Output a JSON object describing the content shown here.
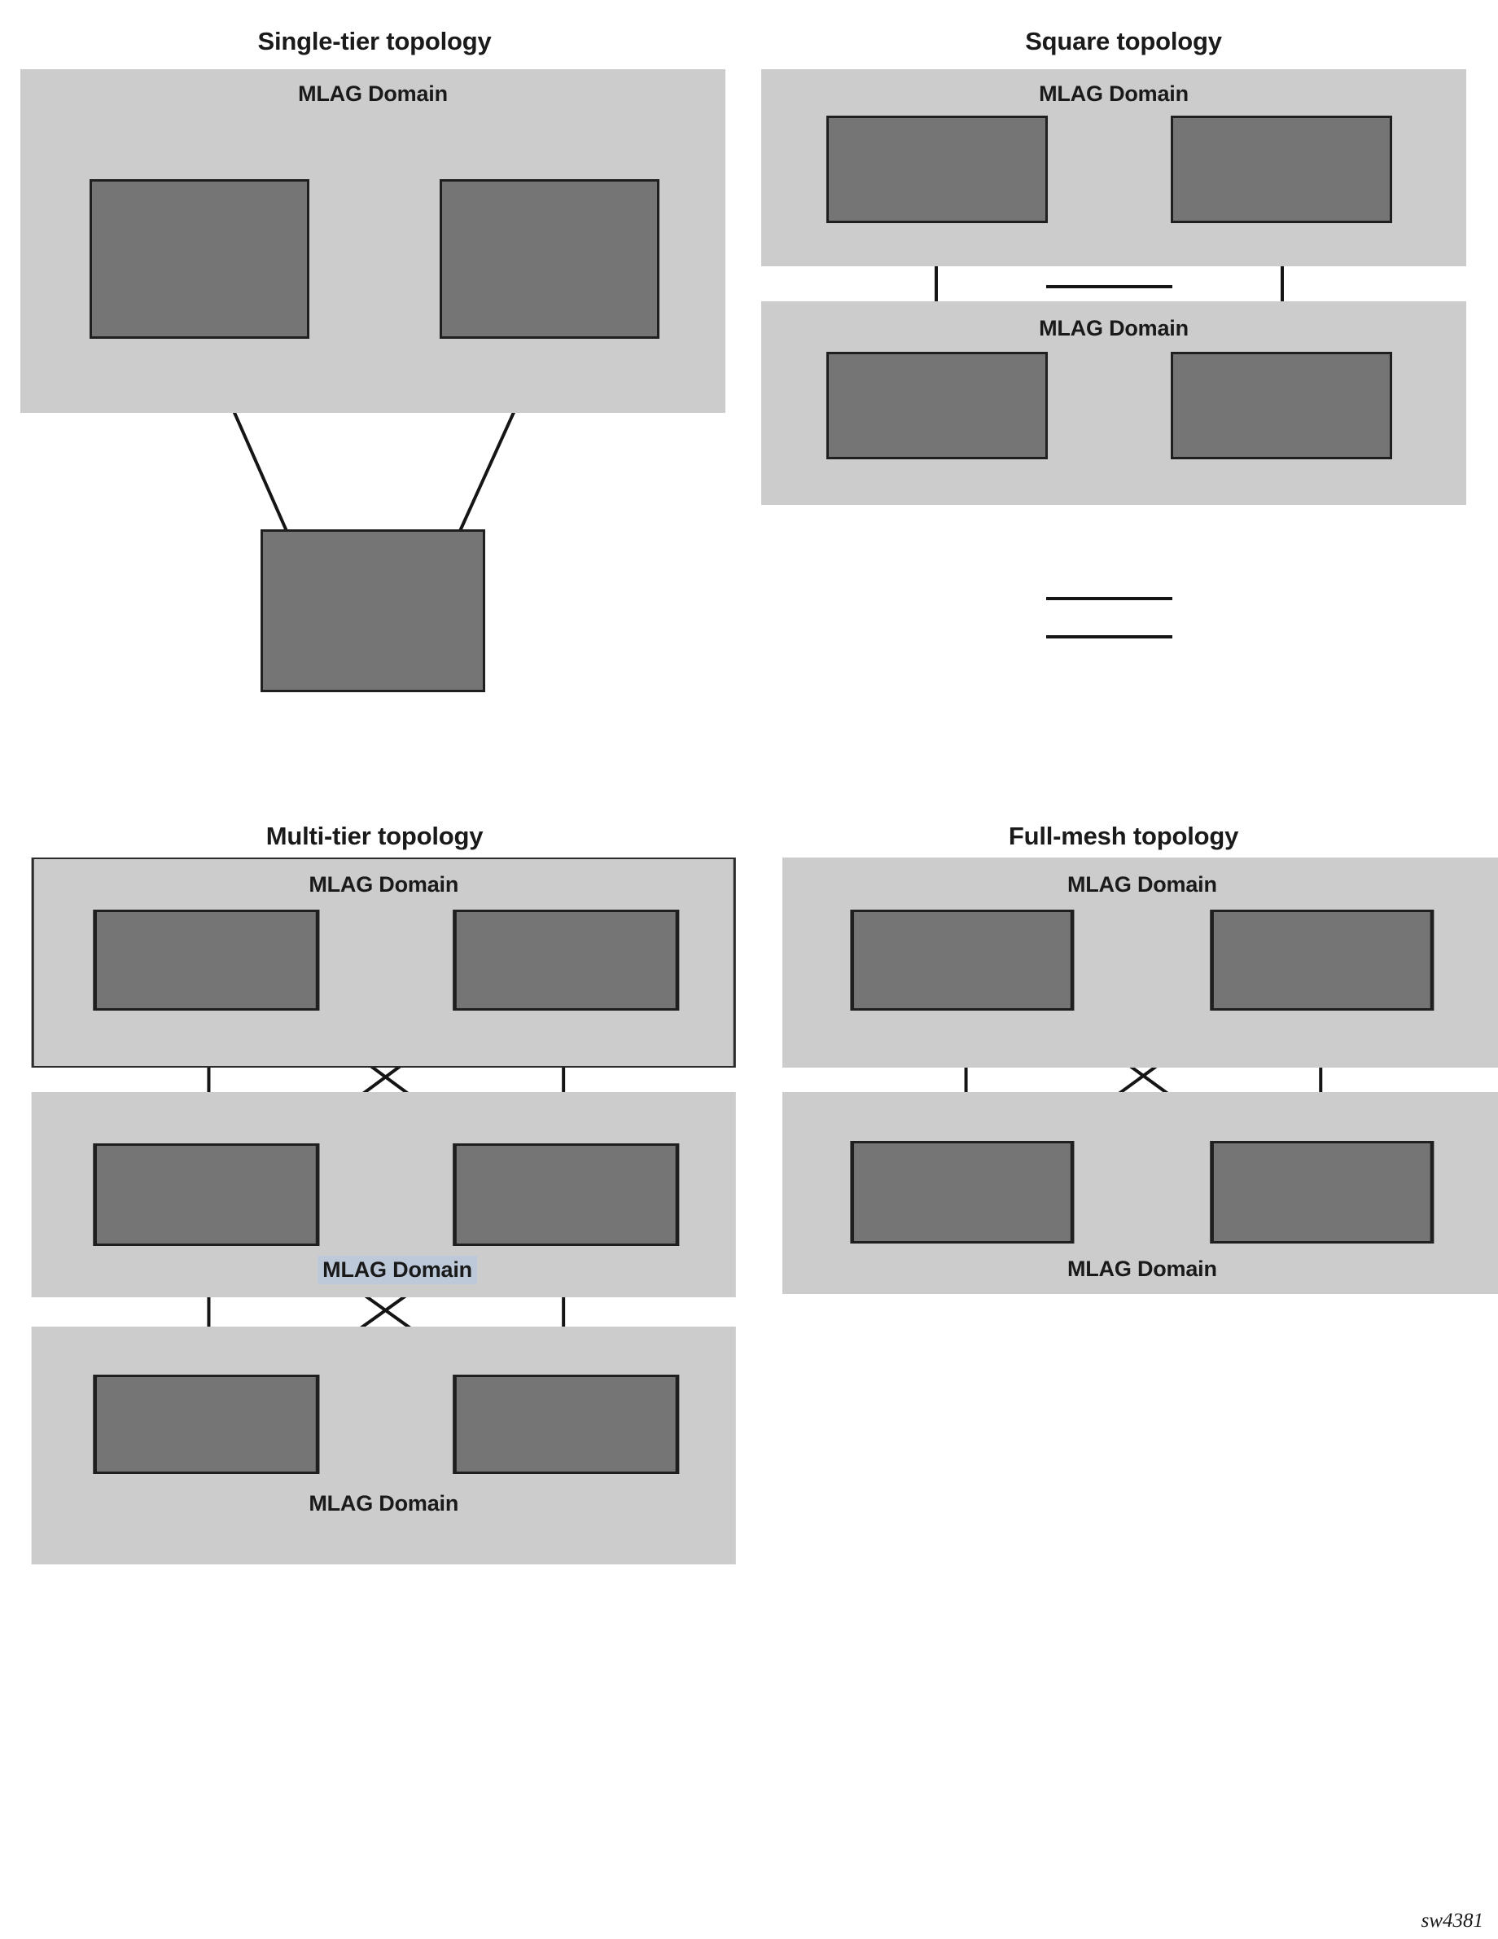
{
  "figure": {
    "watermark": "sw4381",
    "domain_label": "MLAG Domain",
    "colors": {
      "node_fill": "#757575",
      "node_border": "#1f1f1f",
      "domain_fill": "#cccccc",
      "domain_border": "#2b2b2b",
      "link": "#151515",
      "selection_highlight": "#bdc9d8",
      "background": "#ffffff",
      "text": "#1a1a1a"
    }
  },
  "panels": [
    {
      "id": "single-tier",
      "title": "Single-tier topology",
      "domains": [
        {
          "label": "MLAG Domain",
          "bordered": false,
          "selected": false
        }
      ],
      "node_count": 3,
      "description": "Two MLAG peer switches in one domain, both uplinked to a single access switch below."
    },
    {
      "id": "square",
      "title": "Square topology",
      "domains": [
        {
          "label": "MLAG Domain",
          "bordered": false,
          "selected": false
        },
        {
          "label": "MLAG Domain",
          "bordered": false,
          "selected": false
        }
      ],
      "node_count": 4,
      "description": "Two MLAG domains of two switches each, joined by two straight vertical links forming a square."
    },
    {
      "id": "multi-tier",
      "title": "Multi-tier topology",
      "domains": [
        {
          "label": "MLAG Domain",
          "bordered": true,
          "selected": false
        },
        {
          "label": "MLAG Domain",
          "bordered": false,
          "selected": true
        },
        {
          "label": "MLAG Domain",
          "bordered": false,
          "selected": false
        }
      ],
      "node_count": 6,
      "description": "Three stacked MLAG domains; each tier is cross-connected to the next with straight and crossing links."
    },
    {
      "id": "full-mesh",
      "title": "Full-mesh topology",
      "domains": [
        {
          "label": "MLAG Domain",
          "bordered": false,
          "selected": false
        },
        {
          "label": "MLAG Domain",
          "bordered": false,
          "selected": false
        }
      ],
      "node_count": 4,
      "description": "Two MLAG domains of two switches each, fully meshed with straight and crossing links."
    }
  ]
}
